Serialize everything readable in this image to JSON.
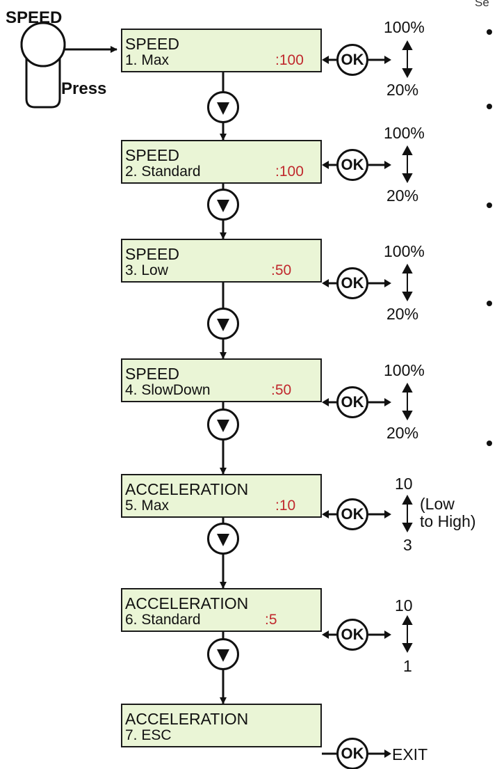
{
  "header": {
    "key_label": "SPEED",
    "press_label": "Press",
    "clipped_text": "Se"
  },
  "steps": [
    {
      "title": "SPEED",
      "item": "1. Max",
      "value": ":100",
      "range_top": "100%",
      "range_bottom": "20%"
    },
    {
      "title": "SPEED",
      "item": "2. Standard",
      "value": ":100",
      "range_top": "100%",
      "range_bottom": "20%"
    },
    {
      "title": "SPEED",
      "item": "3. Low",
      "value": ":50",
      "range_top": "100%",
      "range_bottom": "20%"
    },
    {
      "title": "SPEED",
      "item": "4. SlowDown",
      "value": ":50",
      "range_top": "100%",
      "range_bottom": "20%"
    },
    {
      "title": "ACCELERATION",
      "item": "5. Max",
      "value": ":10",
      "range_top": "10",
      "range_bottom": "3",
      "note_line1": "(Low",
      "note_line2": "to High)"
    },
    {
      "title": "ACCELERATION",
      "item": "6. Standard",
      "value": ":5",
      "range_top": "10",
      "range_bottom": "1"
    },
    {
      "title": "ACCELERATION",
      "item": "7. ESC",
      "exit_label": "EXIT"
    }
  ],
  "ok_label": "OK",
  "colors": {
    "lcd_background": "#eaf5d6",
    "value_text": "#c0282d",
    "line": "#111111"
  },
  "icons": {
    "ok_button": "ok-button-icon",
    "down_button": "down-arrow-button-icon",
    "key": "key-press-icon",
    "updown": "up-down-arrow-icon"
  }
}
